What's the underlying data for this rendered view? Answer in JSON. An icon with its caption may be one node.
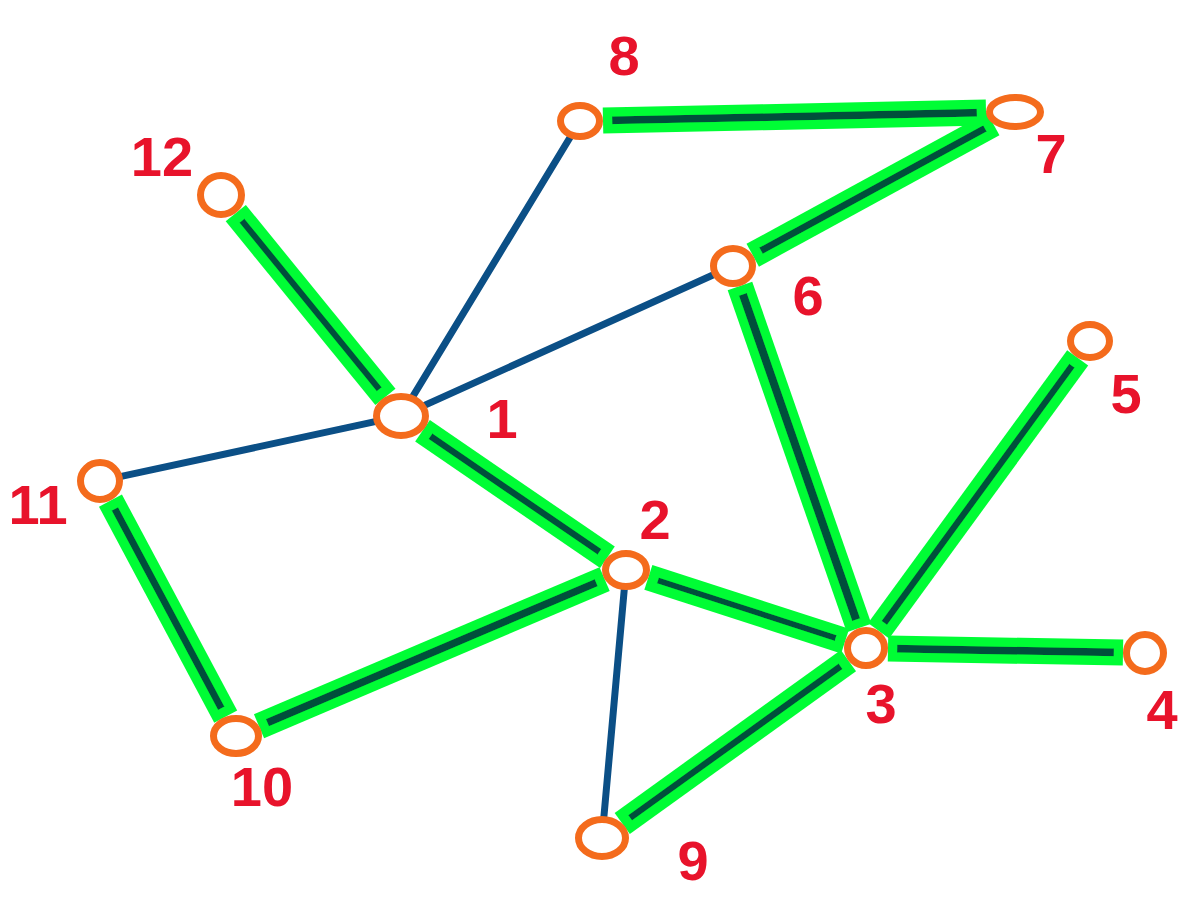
{
  "diagram": {
    "nodes": [
      {
        "text": [],
        "shape": "circle",
        "beside": [
          "1"
        ]
      },
      {
        "text": [],
        "shape": "circle",
        "beside": [
          "2"
        ]
      },
      {
        "text": [],
        "shape": "circle",
        "beside": [
          "3"
        ]
      },
      {
        "text": [],
        "shape": "circle",
        "beside": [
          "4"
        ]
      },
      {
        "text": [],
        "shape": "circle",
        "beside": [
          "5"
        ]
      },
      {
        "text": [],
        "shape": "circle",
        "beside": [
          "6"
        ]
      },
      {
        "text": [],
        "shape": "circle",
        "beside": [
          "7"
        ]
      },
      {
        "text": [],
        "shape": "circle",
        "beside": [
          "8"
        ]
      },
      {
        "text": [],
        "shape": "circle",
        "beside": [
          "9"
        ]
      },
      {
        "text": [],
        "shape": "circle",
        "beside": [
          "10"
        ]
      },
      {
        "text": [],
        "shape": "circle",
        "beside": [
          "11"
        ]
      },
      {
        "text": [],
        "shape": "circle",
        "beside": [
          "12"
        ]
      }
    ],
    "edges": [
      {
        "from": 0,
        "to": 1,
        "arrow": "none"
      },
      {
        "from": 0,
        "to": 5,
        "arrow": "none",
        "color": "#0b4f86"
      },
      {
        "from": 0,
        "to": 7,
        "arrow": "none",
        "color": "#0b4f86"
      },
      {
        "from": 0,
        "to": 10,
        "arrow": "none",
        "color": "#0b4f86"
      },
      {
        "from": 0,
        "to": 11,
        "arrow": "none"
      },
      {
        "from": 1,
        "to": 2,
        "arrow": "none"
      },
      {
        "from": 1,
        "to": 8,
        "arrow": "none",
        "color": "#0b4f86"
      },
      {
        "from": 1,
        "to": 9,
        "arrow": "none"
      },
      {
        "from": 2,
        "to": 3,
        "arrow": "none"
      },
      {
        "from": 2,
        "to": 4,
        "arrow": "none"
      },
      {
        "from": 2,
        "to": 5,
        "arrow": "none"
      },
      {
        "from": 2,
        "to": 8,
        "arrow": "none"
      },
      {
        "from": 5,
        "to": 6,
        "arrow": "none"
      },
      {
        "from": 6,
        "to": 7,
        "arrow": "none"
      },
      {
        "from": 9,
        "to": 10,
        "arrow": "none"
      }
    ]
  }
}
